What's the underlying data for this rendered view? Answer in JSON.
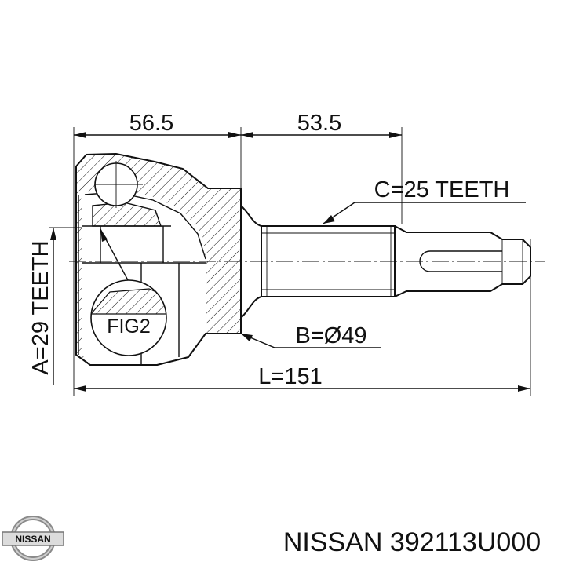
{
  "dimensions": {
    "top_left": "56.5",
    "top_right": "53.5",
    "spline_c": "C=25 TEETH",
    "diameter_b": "B=Ø49",
    "length_l": "L=151",
    "spline_a": "A=29 TEETH"
  },
  "callout": {
    "fig": "FIG2"
  },
  "brand": {
    "logo_text": "NISSAN"
  },
  "part": {
    "label": "NISSAN 392113U000"
  }
}
